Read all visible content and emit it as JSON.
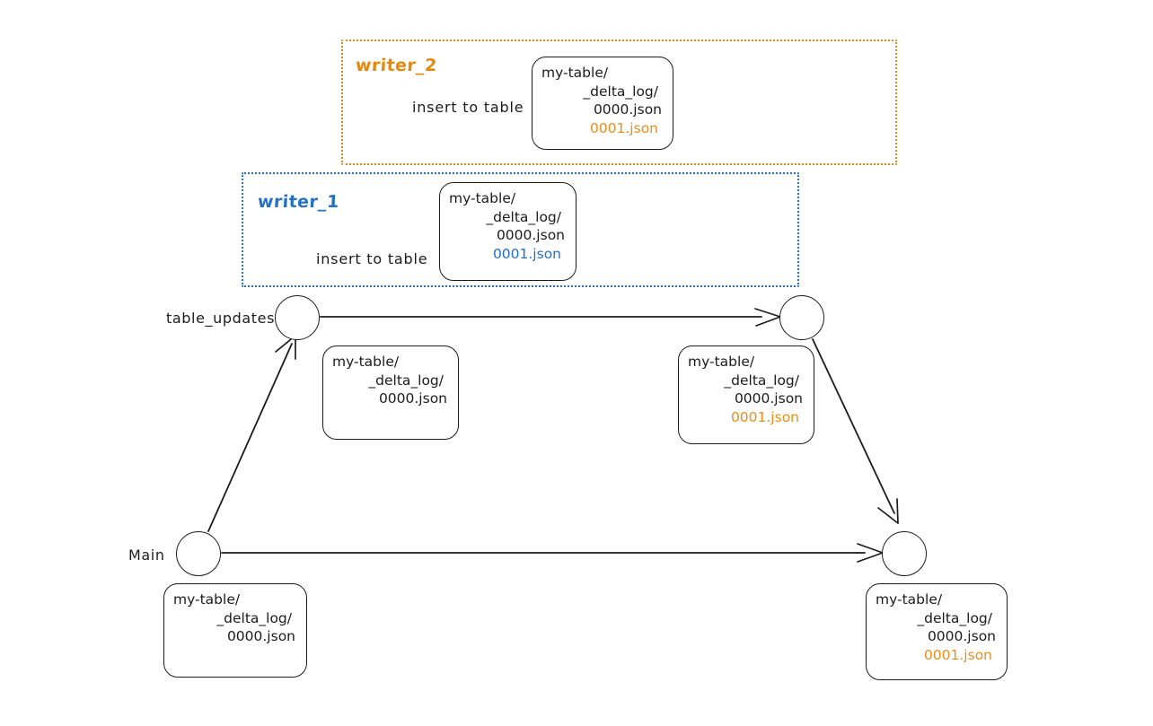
{
  "diagram": {
    "title": "Delta Lake concurrent writers branching diagram",
    "colors": {
      "orange": "#e8890c",
      "blue": "#2471c6",
      "ink": "#1c1c1c",
      "background": "#ffffff"
    }
  },
  "writers": [
    {
      "id": "writer_2",
      "name": "writer_2",
      "color": "orange",
      "action_label": "insert to table",
      "files": {
        "line0": "my-table/",
        "line1": "_delta_log/",
        "line2": "0000.json",
        "new_file": "0001.json"
      }
    },
    {
      "id": "writer_1",
      "name": "writer_1",
      "color": "blue",
      "action_label": "insert to table",
      "files": {
        "line0": "my-table/",
        "line1": "_delta_log/",
        "line2": "0000.json",
        "new_file": "0001.json"
      }
    }
  ],
  "branches": [
    {
      "id": "table_updates",
      "label": "table_updates"
    },
    {
      "id": "main",
      "label": "Main"
    }
  ],
  "states": {
    "table_updates_start": {
      "line0": "my-table/",
      "line1": "_delta_log/",
      "line2": "0000.json"
    },
    "table_updates_end": {
      "line0": "my-table/",
      "line1": "_delta_log/",
      "line2": "0000.json",
      "new_file": "0001.json"
    },
    "main_start": {
      "line0": "my-table/",
      "line1": "_delta_log/",
      "line2": "0000.json"
    },
    "main_end": {
      "line0": "my-table/",
      "line1": "_delta_log/",
      "line2": "0000.json",
      "new_file": "0001.json"
    }
  }
}
